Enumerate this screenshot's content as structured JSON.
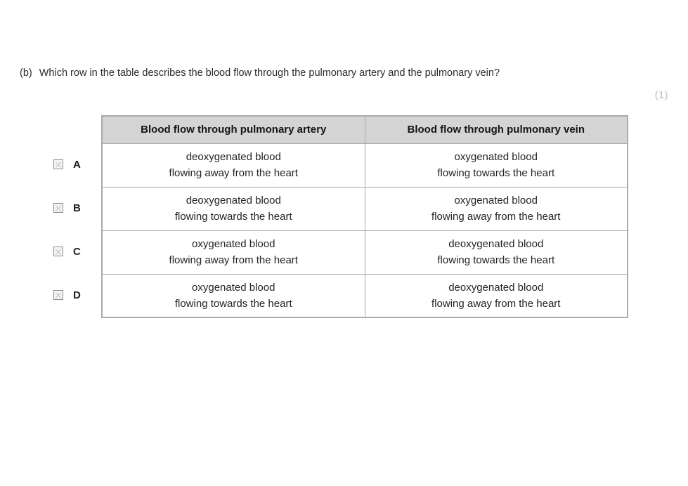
{
  "question": {
    "label": "(b)",
    "text": "Which row in the table describes the blood flow through the pulmonary artery and the pulmonary vein?",
    "marks": "(1)"
  },
  "table": {
    "headers": [
      "Blood flow through pulmonary artery",
      "Blood flow through pulmonary vein"
    ],
    "rows": [
      {
        "letter": "A",
        "checkbox_state": "unchecked",
        "artery_line1": "deoxygenated blood",
        "artery_line2": "flowing away from the heart",
        "vein_line1": "oxygenated blood",
        "vein_line2": "flowing towards the heart"
      },
      {
        "letter": "B",
        "checkbox_state": "unchecked",
        "artery_line1": "deoxygenated blood",
        "artery_line2": "flowing towards the heart",
        "vein_line1": "oxygenated blood",
        "vein_line2": "flowing away from the heart"
      },
      {
        "letter": "C",
        "checkbox_state": "unchecked",
        "artery_line1": "oxygenated blood",
        "artery_line2": "flowing away from the heart",
        "vein_line1": "deoxygenated blood",
        "vein_line2": "flowing towards the heart"
      },
      {
        "letter": "D",
        "checkbox_state": "unchecked",
        "artery_line1": "oxygenated blood",
        "artery_line2": "flowing towards the heart",
        "vein_line1": "deoxygenated blood",
        "vein_line2": "flowing away from the heart"
      }
    ]
  },
  "colors": {
    "header_background": "#d4d4d4",
    "table_border": "#a7aab0",
    "marks_text": "#b9bec6",
    "body_text": "#242424",
    "page_background": "#ffffff"
  }
}
